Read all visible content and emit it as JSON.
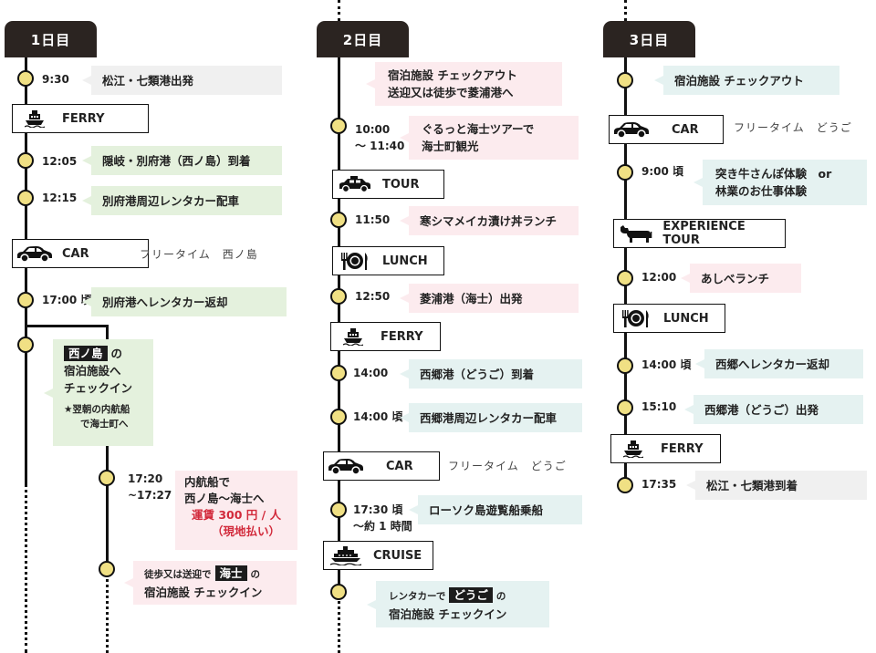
{
  "days": [
    {
      "label": "1日目"
    },
    {
      "label": "2日目"
    },
    {
      "label": "3日目"
    }
  ],
  "day1": {
    "t1": "9:30",
    "e1": "松江・七類港出発",
    "ferry": "FERRY",
    "t2": "12:05",
    "e2": "隠岐・別府港（西ノ島）到着",
    "t3": "12:15",
    "e3": "別府港周辺レンタカー配車",
    "car": "CAR",
    "car_note": "フリータイム　西ノ島",
    "t4": "17:00 頃",
    "e4": "別府港へレンタカー返却",
    "e5_tag": "西ノ島",
    "e5_suffix": "の",
    "e5_line2": "宿泊施設へ",
    "e5_line3": "チェックイン",
    "e5_note1": "★翌朝の内航船",
    "e5_note2": "で海士町へ",
    "t6a": "17:20",
    "t6b": "~17:27",
    "e6_l1": "内航船で",
    "e6_l2": "西ノ島～海士へ",
    "e6_l3": "運賃 300 円 / 人",
    "e6_l4": "（現地払い）",
    "e7_prefix": "徒歩又は送迎で",
    "e7_tag": "海士",
    "e7_suffix": "の",
    "e7_line2": "宿泊施設 チェックイン"
  },
  "day2": {
    "e1_l1": "宿泊施設 チェックアウト",
    "e1_l2": "送迎又は徒歩で菱浦港へ",
    "t2a": "10:00",
    "t2b": "～ 11:40",
    "e2_l1": "ぐるっと海士ツアーで",
    "e2_l2": "海士町観光",
    "tour": "TOUR",
    "t3": "11:50",
    "e3": "寒シマメイカ漬け丼ランチ",
    "lunch": "LUNCH",
    "t4": "12:50",
    "e4": "菱浦港（海士）出発",
    "ferry": "FERRY",
    "t5": "14:00",
    "e5": "西郷港（どうご）到着",
    "t6": "14:00 頃",
    "e6": "西郷港周辺レンタカー配車",
    "car": "CAR",
    "car_note": "フリータイム　どうご",
    "t7a": "17:30 頃",
    "t7b": "～約 1 時間",
    "e7": "ローソク島遊覧船乗船",
    "cruise": "CRUISE",
    "e8_prefix": "レンタカーで",
    "e8_tag": "どうご",
    "e8_suffix": "の",
    "e8_line2": "宿泊施設 チェックイン"
  },
  "day3": {
    "e1": "宿泊施設 チェックアウト",
    "car": "CAR",
    "car_note": "フリータイム　どうご",
    "t2": "9:00 頃",
    "e2_l1": "突き牛さんぽ体験　or",
    "e2_l2": "林業のお仕事体験",
    "exp": "EXPERIENCE TOUR",
    "t3": "12:00",
    "e3": "あしべランチ",
    "lunch": "LUNCH",
    "t4": "14:00 頃",
    "e4": "西郷へレンタカー返却",
    "t5": "15:10",
    "e5": "西郷港（どうご）出発",
    "ferry": "FERRY",
    "t6": "17:35",
    "e6": "松江・七類港到着"
  },
  "colors": {
    "node": "#f0e084",
    "header": "#2b2421",
    "gray": "#f0f0f0",
    "green": "#e4f1dd",
    "pink": "#fcebee",
    "mint": "#e5f2f1",
    "accent_red": "#d22a3b"
  }
}
